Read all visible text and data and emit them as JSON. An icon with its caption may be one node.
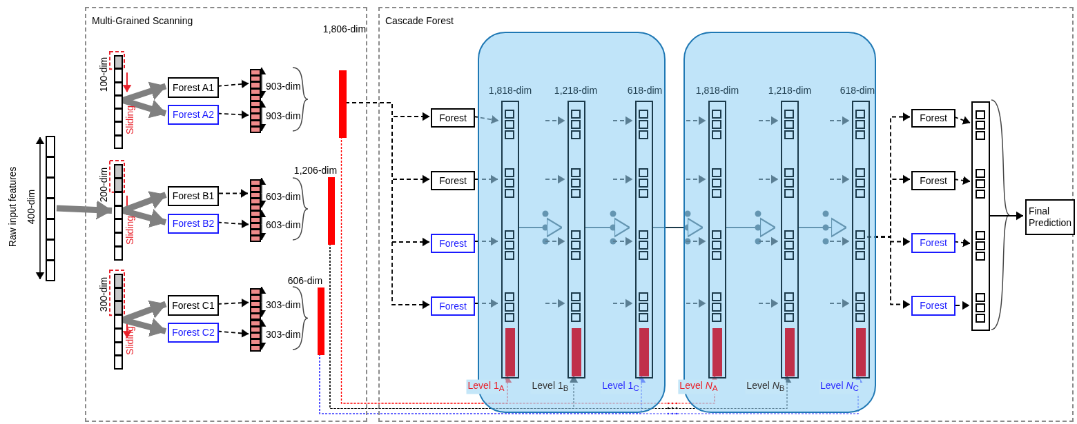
{
  "diagram": {
    "nodes": [
      {
        "text": [
          "Multi-Grained Scanning"
        ]
      },
      {
        "text": [],
        "shape": "bar",
        "beside": [
          "Raw input features",
          "400-dim"
        ]
      },
      {
        "text": [],
        "shape": "bar",
        "beside": [
          "100-dim",
          "Sliding"
        ],
        "in": 0
      },
      {
        "text": [
          "Forest A1"
        ],
        "in": 0
      },
      {
        "text": [
          "Forest A2"
        ],
        "in": 0
      },
      {
        "text": [],
        "shape": "bar",
        "beside": [
          "903-dim",
          "903-dim"
        ],
        "in": 0
      },
      {
        "text": [],
        "shape": "bar",
        "beside": [
          "1,806-dim"
        ],
        "in": 0
      },
      {
        "text": [],
        "shape": "bar",
        "beside": [
          "200-dim",
          "Sliding"
        ],
        "in": 0
      },
      {
        "text": [
          "Forest B1"
        ],
        "in": 0
      },
      {
        "text": [
          "Forest B2"
        ],
        "in": 0
      },
      {
        "text": [],
        "shape": "bar",
        "beside": [
          "603-dim",
          "603-dim"
        ],
        "in": 0
      },
      {
        "text": [],
        "shape": "bar",
        "beside": [
          "1,206-dim"
        ],
        "in": 0
      },
      {
        "text": [],
        "shape": "bar",
        "beside": [
          "300-dim",
          "Sliding"
        ],
        "in": 0
      },
      {
        "text": [
          "Forest C1"
        ],
        "in": 0
      },
      {
        "text": [
          "Forest C2"
        ],
        "in": 0
      },
      {
        "text": [],
        "shape": "bar",
        "beside": [
          "303-dim",
          "303-dim"
        ],
        "in": 0
      },
      {
        "text": [],
        "shape": "bar",
        "beside": [
          "606-dim"
        ],
        "in": 0
      },
      {
        "text": [
          "Cascade Forest"
        ]
      },
      {
        "text": [],
        "shape": "box",
        "in": 17
      },
      {
        "text": [
          "Forest"
        ],
        "in": 17
      },
      {
        "text": [
          "Forest"
        ],
        "in": 17
      },
      {
        "text": [
          "Forest"
        ],
        "in": 17
      },
      {
        "text": [
          "Forest"
        ],
        "in": 17
      },
      {
        "text": [],
        "shape": "bar",
        "beside": [
          "1,818-dim",
          "Level 1$_{A}$"
        ],
        "in": 18
      },
      {
        "text": [],
        "shape": "bar",
        "beside": [
          "1,218-dim",
          "Level 1$_{B}$"
        ],
        "in": 18
      },
      {
        "text": [],
        "shape": "bar",
        "beside": [
          "618-dim",
          "Level 1$_{C}$"
        ],
        "in": 18
      },
      {
        "text": [],
        "shape": "box",
        "in": 17
      },
      {
        "text": [],
        "shape": "bar",
        "beside": [
          "1,818-dim",
          "Level *N*$_{A}$"
        ],
        "in": 26
      },
      {
        "text": [],
        "shape": "bar",
        "beside": [
          "1,218-dim",
          "Level *N*$_{B}$"
        ],
        "in": 26
      },
      {
        "text": [],
        "shape": "bar",
        "beside": [
          "618-dim",
          "Level *N*$_{C}$"
        ],
        "in": 26
      },
      {
        "text": [
          "Forest"
        ],
        "in": 17
      },
      {
        "text": [
          "Forest"
        ],
        "in": 17
      },
      {
        "text": [
          "Forest"
        ],
        "in": 17
      },
      {
        "text": [
          "Forest"
        ],
        "in": 17
      },
      {
        "text": [],
        "shape": "bar",
        "in": 17
      },
      {
        "text": [
          "Final Prediction"
        ],
        "in": 17
      }
    ],
    "edges": [
      {
        "from": 1,
        "to": 7,
        "arrow": "to",
        "style": "thick",
        "color": "#808080"
      },
      {
        "from": 2,
        "to": 3,
        "arrow": "to",
        "style": "thick",
        "color": "#808080"
      },
      {
        "from": 2,
        "to": 4,
        "arrow": "to",
        "style": "thick",
        "color": "#808080"
      },
      {
        "from": 3,
        "to": 5,
        "arrow": "to",
        "style": "dashed"
      },
      {
        "from": 4,
        "to": 5,
        "arrow": "to",
        "style": "dashed"
      },
      {
        "from": 7,
        "to": 8,
        "arrow": "to",
        "style": "thick",
        "color": "#808080"
      },
      {
        "from": 7,
        "to": 9,
        "arrow": "to",
        "style": "thick",
        "color": "#808080"
      },
      {
        "from": 8,
        "to": 10,
        "arrow": "to",
        "style": "dashed"
      },
      {
        "from": 9,
        "to": 10,
        "arrow": "to",
        "style": "dashed"
      },
      {
        "from": 12,
        "to": 13,
        "arrow": "to",
        "style": "thick",
        "color": "#808080"
      },
      {
        "from": 12,
        "to": 14,
        "arrow": "to",
        "style": "thick",
        "color": "#808080"
      },
      {
        "from": 13,
        "to": 15,
        "arrow": "to",
        "style": "dashed"
      },
      {
        "from": 14,
        "to": 15,
        "arrow": "to",
        "style": "dashed"
      },
      {
        "from": 6,
        "to": 19,
        "arrow": "to",
        "style": "dashed"
      },
      {
        "from": 6,
        "to": 20,
        "arrow": "to",
        "style": "dashed"
      },
      {
        "from": 6,
        "to": 21,
        "arrow": "to",
        "style": "dashed"
      },
      {
        "from": 6,
        "to": 22,
        "arrow": "to",
        "style": "dashed"
      },
      {
        "from": 19,
        "to": 23,
        "arrow": "to",
        "style": "dashed"
      },
      {
        "from": 20,
        "to": 23,
        "arrow": "to",
        "style": "dashed"
      },
      {
        "from": 21,
        "to": 23,
        "arrow": "to",
        "style": "dashed"
      },
      {
        "from": 22,
        "to": 23,
        "arrow": "to",
        "style": "dashed"
      },
      {
        "from": 6,
        "to": 23,
        "arrow": "to",
        "style": "dashed",
        "color": "#ff0000"
      },
      {
        "from": 11,
        "to": 24,
        "arrow": "to",
        "style": "dashed"
      },
      {
        "from": 16,
        "to": 25,
        "arrow": "to",
        "style": "dashed",
        "color": "#3333ff"
      },
      {
        "from": 23,
        "to": 24,
        "arrow": "to"
      },
      {
        "from": 24,
        "to": 25,
        "arrow": "to"
      },
      {
        "from": 25,
        "to": 27,
        "arrow": "to"
      },
      {
        "from": 27,
        "to": 28,
        "arrow": "to"
      },
      {
        "from": 28,
        "to": 29,
        "arrow": "to"
      },
      {
        "from": 6,
        "to": 27,
        "arrow": "to",
        "style": "dashed",
        "color": "#ff0000"
      },
      {
        "from": 11,
        "to": 28,
        "arrow": "to",
        "style": "dashed"
      },
      {
        "from": 16,
        "to": 29,
        "arrow": "to",
        "style": "dashed",
        "color": "#3333ff"
      },
      {
        "from": null,
        "to": 24,
        "arrow": "to",
        "style": "dashed"
      },
      {
        "from": null,
        "to": 24,
        "arrow": "to",
        "style": "dashed"
      },
      {
        "from": null,
        "to": 24,
        "arrow": "to",
        "style": "dashed"
      },
      {
        "from": null,
        "to": 24,
        "arrow": "to",
        "style": "dashed"
      },
      {
        "from": null,
        "to": 25,
        "arrow": "to",
        "style": "dashed"
      },
      {
        "from": null,
        "to": 25,
        "arrow": "to",
        "style": "dashed"
      },
      {
        "from": null,
        "to": 25,
        "arrow": "to",
        "style": "dashed"
      },
      {
        "from": null,
        "to": 25,
        "arrow": "to",
        "style": "dashed"
      },
      {
        "from": null,
        "to": 27,
        "arrow": "to",
        "style": "dashed"
      },
      {
        "from": null,
        "to": 27,
        "arrow": "to",
        "style": "dashed"
      },
      {
        "from": null,
        "to": 27,
        "arrow": "to",
        "style": "dashed"
      },
      {
        "from": null,
        "to": 27,
        "arrow": "to",
        "style": "dashed"
      },
      {
        "from": null,
        "to": 28,
        "arrow": "to",
        "style": "dashed"
      },
      {
        "from": null,
        "to": 28,
        "arrow": "to",
        "style": "dashed"
      },
      {
        "from": null,
        "to": 28,
        "arrow": "to",
        "style": "dashed"
      },
      {
        "from": null,
        "to": 28,
        "arrow": "to",
        "style": "dashed"
      },
      {
        "from": null,
        "to": 29,
        "arrow": "to",
        "style": "dashed"
      },
      {
        "from": null,
        "to": 29,
        "arrow": "to",
        "style": "dashed"
      },
      {
        "from": null,
        "to": 29,
        "arrow": "to",
        "style": "dashed"
      },
      {
        "from": null,
        "to": 29,
        "arrow": "to",
        "style": "dashed"
      },
      {
        "from": 29,
        "to": 30,
        "arrow": "to",
        "style": "dashed"
      },
      {
        "from": 29,
        "to": 31,
        "arrow": "to",
        "style": "dashed"
      },
      {
        "from": 29,
        "to": 32,
        "arrow": "to",
        "style": "dashed"
      },
      {
        "from": 29,
        "to": 33,
        "arrow": "to",
        "style": "dashed"
      },
      {
        "from": 30,
        "to": 34,
        "arrow": "to",
        "style": "dashed"
      },
      {
        "from": 31,
        "to": 34,
        "arrow": "to",
        "style": "dashed"
      },
      {
        "from": 32,
        "to": 34,
        "arrow": "to",
        "style": "dashed"
      },
      {
        "from": 33,
        "to": 34,
        "arrow": "to",
        "style": "dashed"
      },
      {
        "from": 34,
        "to": 35,
        "arrow": "to"
      }
    ]
  }
}
